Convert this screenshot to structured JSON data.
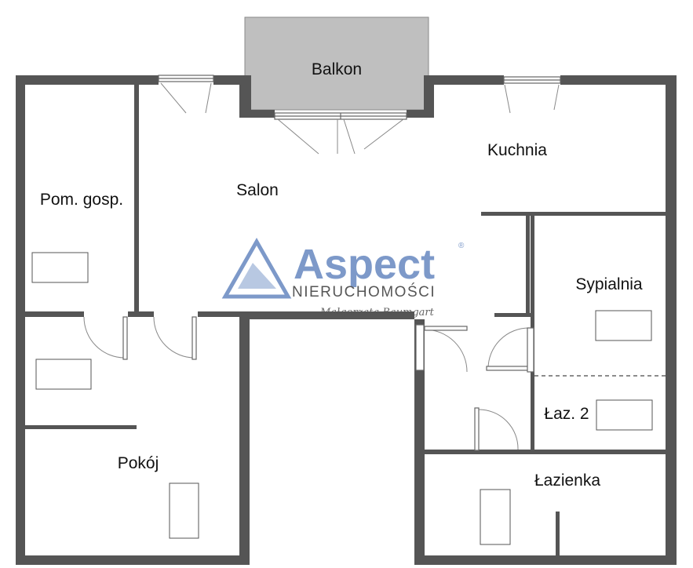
{
  "rooms": {
    "balkon": "Balkon",
    "kuchnia": "Kuchnia",
    "salon": "Salon",
    "pom_gosp": "Pom. gosp.",
    "sypialnia": "Sypialnia",
    "laz2": "Łaz. 2",
    "pokoj": "Pokój",
    "lazienka": "Łazienka"
  },
  "watermark": {
    "brand": "Aspect",
    "registered": "®",
    "subtitle": "NIERUCHOMOŚCI",
    "signature": "Małgorzata Baumgart"
  },
  "colors": {
    "wall": "#555555",
    "balcony_fill": "#bfbfbf",
    "logo_blue": "#6f8fc4"
  },
  "icons": [
    "logo-triangle-icon"
  ]
}
